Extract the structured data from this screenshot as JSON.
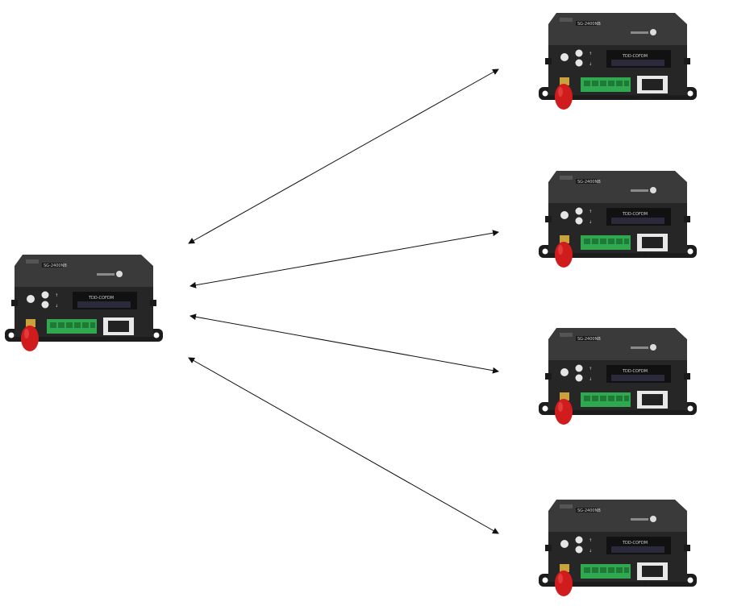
{
  "devices": [
    {
      "id": "master",
      "model": "SG-2400NB",
      "display": "TDD-COFDM",
      "port_label": "RJ-45"
    },
    {
      "id": "remote-1",
      "model": "SG-2400NB",
      "display": "TDD-COFDM",
      "port_label": "RJ-45"
    },
    {
      "id": "remote-2",
      "model": "SG-2400NB",
      "display": "TDD-COFDM",
      "port_label": "RJ-45"
    },
    {
      "id": "remote-3",
      "model": "SG-2400NB",
      "display": "TDD-COFDM",
      "port_label": "RJ-45"
    },
    {
      "id": "remote-4",
      "model": "SG-2400NB",
      "display": "TDD-COFDM",
      "port_label": "RJ-45"
    }
  ],
  "links": [
    {
      "from": "master",
      "to": "remote-1",
      "bidirectional": true
    },
    {
      "from": "master",
      "to": "remote-2",
      "bidirectional": true
    },
    {
      "from": "master",
      "to": "remote-3",
      "bidirectional": true
    },
    {
      "from": "master",
      "to": "remote-4",
      "bidirectional": true
    }
  ],
  "colors": {
    "body": "#2b2b2b",
    "terminal": "#2fa84f",
    "antenna": "#d01c1c",
    "arrow": "#111111"
  }
}
